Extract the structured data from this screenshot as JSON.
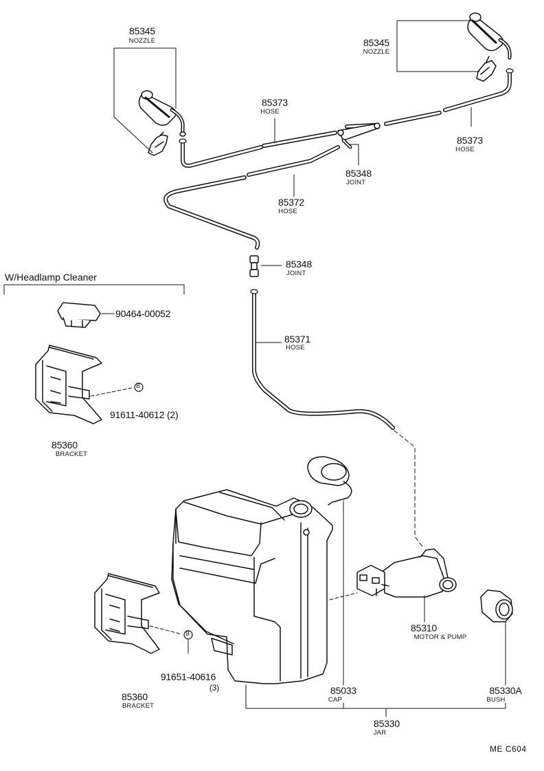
{
  "section_label": "W/Headlamp Cleaner",
  "diagram_code": "ME  C604",
  "callouts": {
    "nozzle_left": {
      "part_no": "85345",
      "name": "NOZZLE"
    },
    "nozzle_right": {
      "part_no": "85345",
      "name": "NOZZLE"
    },
    "hose_85373_left": {
      "part_no": "85373",
      "name": "HOSE"
    },
    "hose_85373_right": {
      "part_no": "85373",
      "name": "HOSE"
    },
    "joint_upper": {
      "part_no": "85348",
      "name": "JOINT"
    },
    "hose_85372": {
      "part_no": "85372",
      "name": "HOSE"
    },
    "joint_lower": {
      "part_no": "85348",
      "name": "JOINT"
    },
    "hose_85371": {
      "part_no": "85371",
      "name": "HOSE"
    },
    "clip": {
      "part_no": "90464-00052"
    },
    "bolt_upper": {
      "part_no": "91611-40612 (2)"
    },
    "bracket_upper": {
      "part_no": "85360",
      "name": "BRACKET"
    },
    "bracket_lower": {
      "part_no": "85360",
      "name": "BRACKET"
    },
    "bolt_lower": {
      "part_no": "91651-40616",
      "qty": "(3)"
    },
    "cap": {
      "part_no": "85033",
      "name": "CAP"
    },
    "motor_pump": {
      "part_no": "85310",
      "name": "MOTOR & PUMP"
    },
    "bush": {
      "part_no": "85330A",
      "name": "BUSH"
    },
    "jar": {
      "part_no": "85330",
      "name": "JAR"
    },
    "bolt_marker": "B"
  }
}
